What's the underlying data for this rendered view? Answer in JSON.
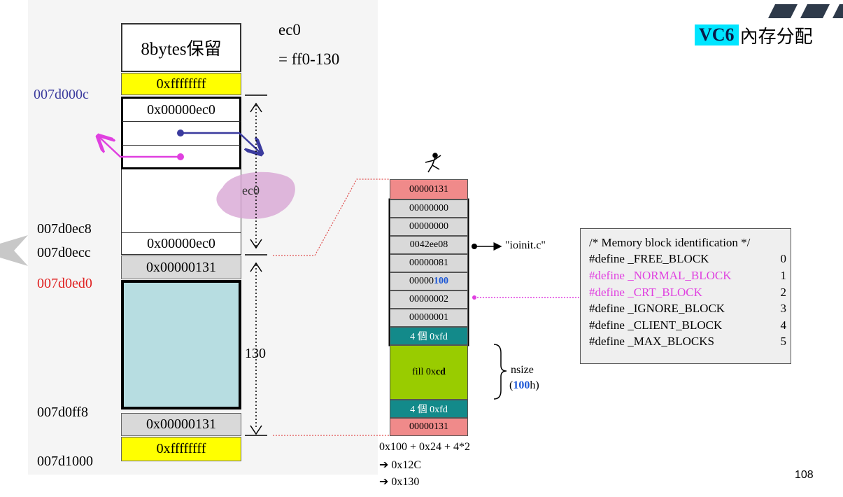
{
  "slide": {
    "title_prefix": "VC6",
    "title_text": "內存分配",
    "page_number": "108",
    "accent_color": "#00e5ff"
  },
  "top_note": {
    "line1": "ec0",
    "line2": "= ff0-130"
  },
  "left_block": {
    "header": "8bytes保留",
    "cells": [
      "0xffffffff",
      "0x00000ec0",
      "0x00000ec0",
      "0x00000131",
      "0x00000131",
      "0xffffffff"
    ],
    "blob_label": "ec0",
    "size_label": "130",
    "addresses": [
      "007d000c",
      "007d0ec8",
      "007d0ecc",
      "007d0ed0",
      "007d0ff8",
      "007d1000"
    ]
  },
  "middle_block": {
    "cells": [
      "00000131",
      "00000000",
      "00000000",
      "0042ee08",
      "00000081",
      "00000",
      "00000002",
      "00000001",
      "4 個 0xfd",
      "4 個 0xfd",
      "00000131"
    ],
    "emph_100": "100",
    "fill_prefix": "fill 0x",
    "fill_emph": "cd",
    "pointer_label": "\"ioinit.c\"",
    "nsize_label": "nsize",
    "nsize_open": "(",
    "nsize_value": "100",
    "nsize_close": "h)",
    "calc": [
      "0x100 + 0x24 + 4*2",
      "0x12C",
      "0x130"
    ],
    "arrow_glyph": "➔"
  },
  "defines": {
    "comment": "/* Memory block identification */",
    "items": [
      {
        "name": "#define _FREE_BLOCK",
        "value": "0"
      },
      {
        "name": "#define _NORMAL_BLOCK",
        "value": "1"
      },
      {
        "name": "#define _CRT_BLOCK",
        "value": "2"
      },
      {
        "name": "#define _IGNORE_BLOCK",
        "value": "3"
      },
      {
        "name": "#define _CLIENT_BLOCK",
        "value": "4"
      },
      {
        "name": "#define _MAX_BLOCKS",
        "value": "5"
      }
    ]
  },
  "colors": {
    "yellow": "#ffff00",
    "pink_cell": "#f08a8a",
    "gray_cell": "#d9d9d9",
    "teal_cell": "#138a8a",
    "green_cell": "#99cc00",
    "light_blue": "#b7dde1",
    "magenta": "#e040e0",
    "blue_addr": "#3b3b9e",
    "red_addr": "#e02020",
    "emph_blue": "#1a56d6"
  }
}
